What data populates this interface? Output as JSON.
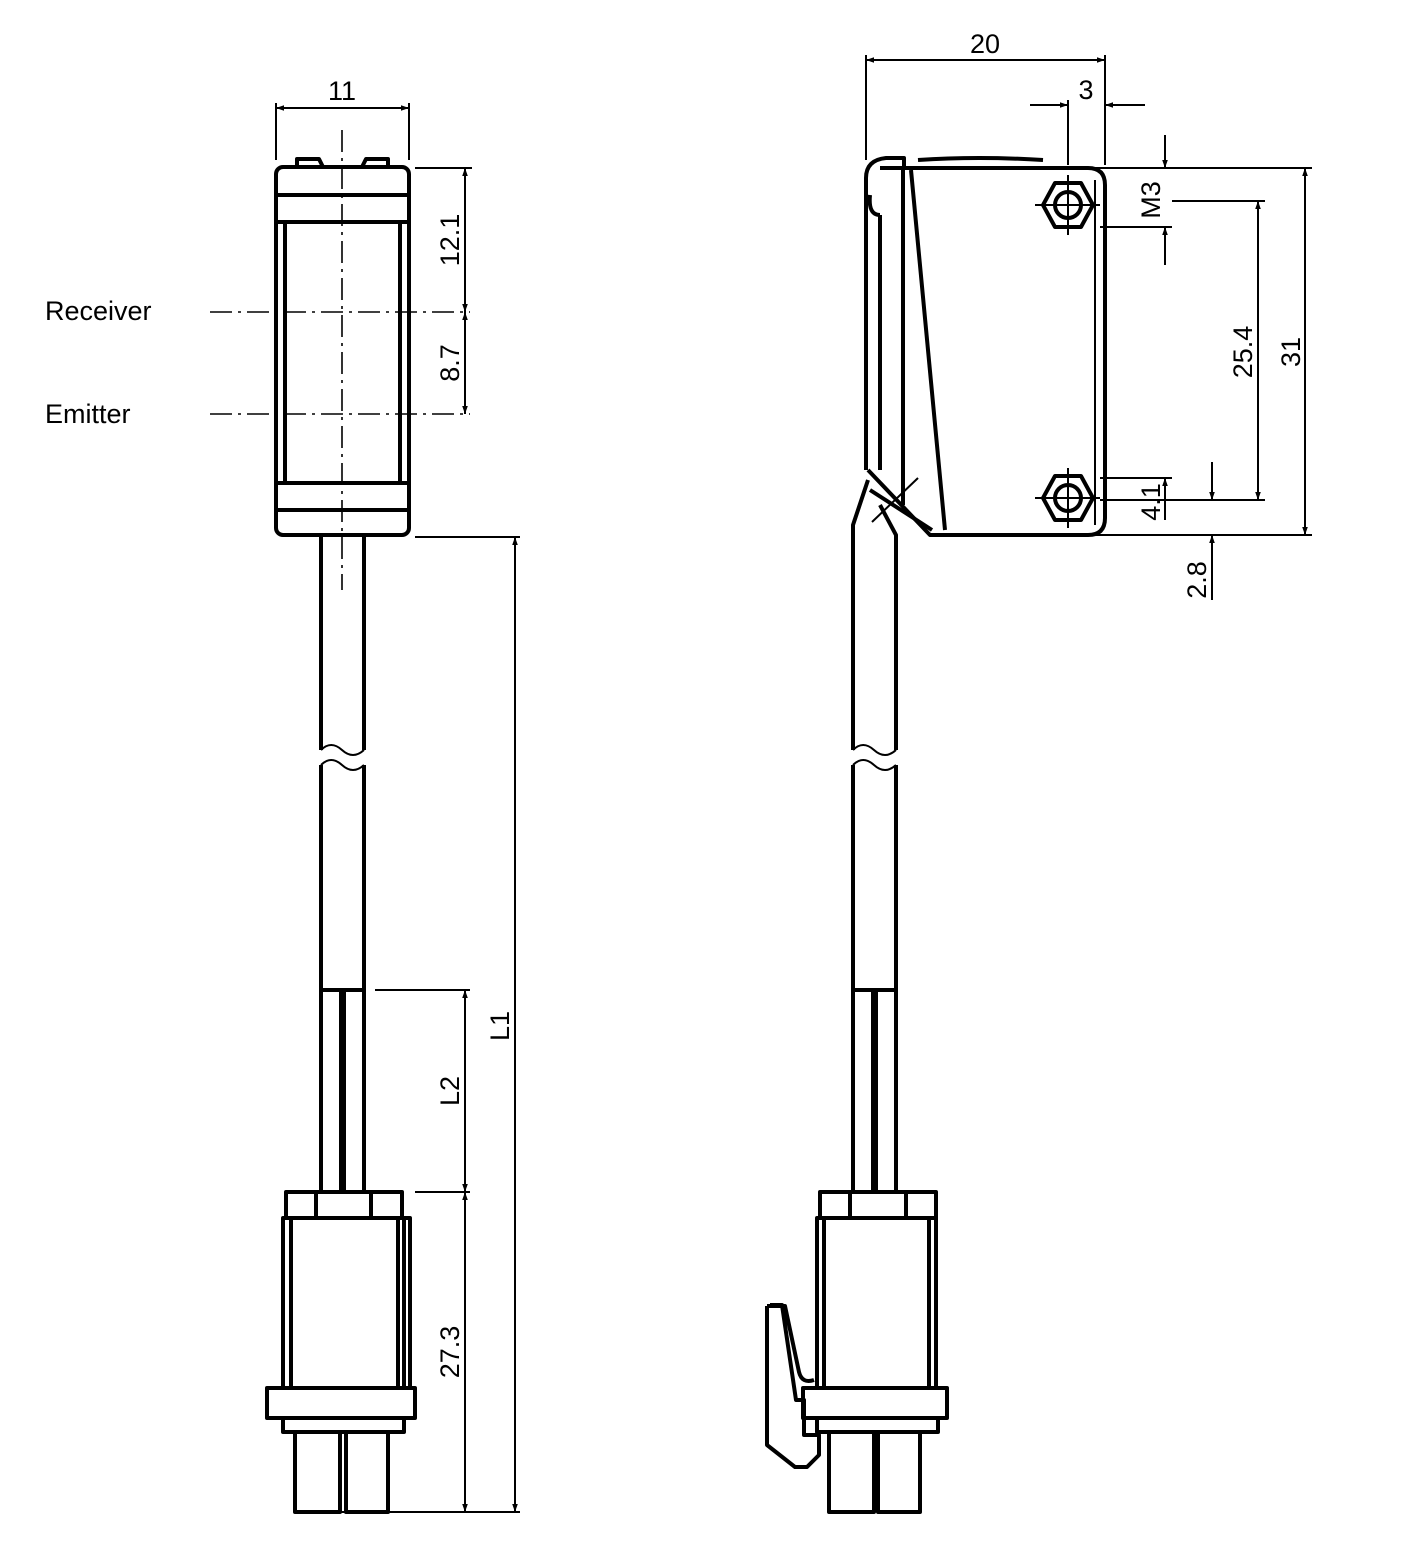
{
  "drawing": {
    "labels": {
      "receiver": "Receiver",
      "emitter": "Emitter"
    },
    "dimensions": {
      "width_front": "11",
      "receiver_offset": "12.1",
      "emitter_offset": "8.7",
      "cable_length": "L1",
      "wire_length": "L2",
      "connector_length": "27.3",
      "depth_side": "20",
      "hole_offset": "3",
      "thread": "M3",
      "hole_spacing": "25.4",
      "height_side": "31",
      "hole_bottom": "4.1",
      "bottom_offset": "2.8"
    }
  }
}
